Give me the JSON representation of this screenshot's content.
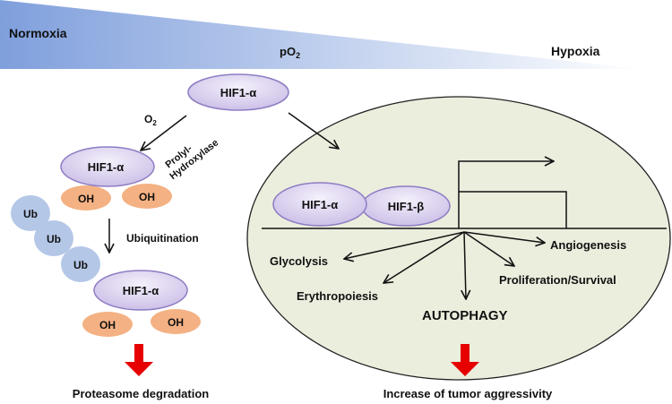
{
  "gradient": {
    "left_label": "Normoxia",
    "center_label": "pO",
    "center_sub": "2",
    "right_label": "Hypoxia",
    "color_dark": "#7f9fdc",
    "color_light": "#ffffff"
  },
  "molecules": {
    "hif1a": "HIF1-α",
    "hif1b": "HIF1-β",
    "oh": "OH",
    "ub": "Ub"
  },
  "left_pathway": {
    "o2": "O",
    "o2_sub": "2",
    "enzyme_line1": "Prolyl-",
    "enzyme_line2": "Hydroxylase",
    "ubiquitination": "Ubiquitination",
    "outcome": "Proteasome degradation"
  },
  "right_pathway": {
    "targets": {
      "glycolysis": "Glycolysis",
      "erythropoiesis": "Erythropoiesis",
      "autophagy": "AUTOPHAGY",
      "proliferation": "Proliferation/Survival",
      "angiogenesis": "Angiogenesis"
    },
    "outcome": "Increase of tumor aggressivity"
  },
  "colors": {
    "hif_fill": "#c9bce6",
    "hif_stroke": "#8e7cc3",
    "oh_fill": "#f4b183",
    "ub_fill": "#b4c7e7",
    "nucleus_fill": "#ebeedd",
    "arrow_red": "#e60000"
  }
}
